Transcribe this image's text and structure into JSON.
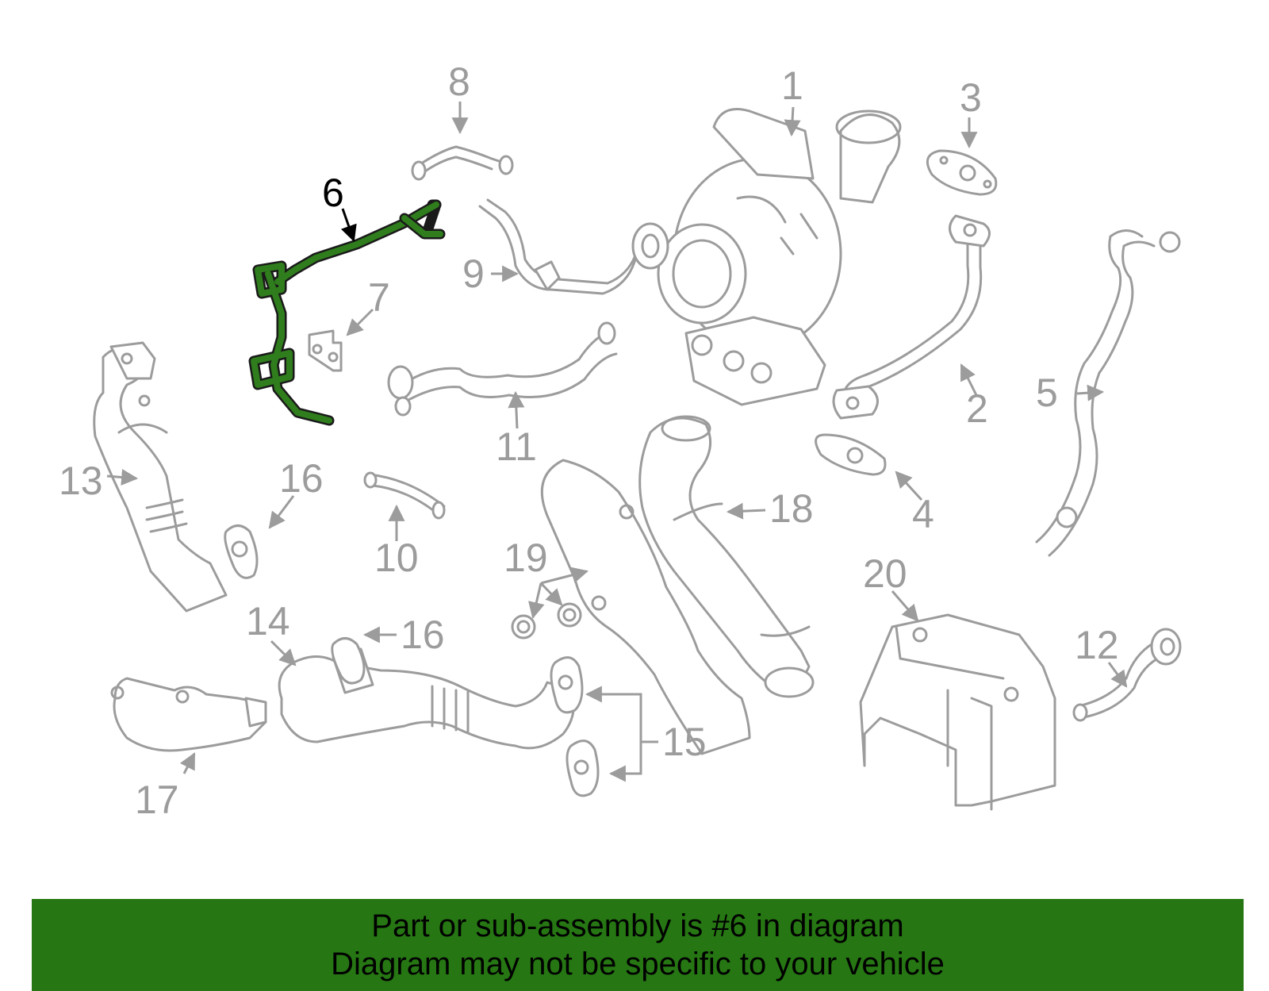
{
  "diagram": {
    "highlighted_part": "6",
    "callouts": [
      "1",
      "2",
      "3",
      "4",
      "5",
      "6",
      "7",
      "8",
      "9",
      "10",
      "11",
      "12",
      "13",
      "14",
      "15",
      "16",
      "16",
      "17",
      "18",
      "19",
      "20"
    ],
    "highlight_color": "#267713"
  },
  "banner": {
    "line1": "Part or sub-assembly is #6 in diagram",
    "line2": "Diagram may not be specific to your vehicle",
    "background_color": "#267713"
  }
}
